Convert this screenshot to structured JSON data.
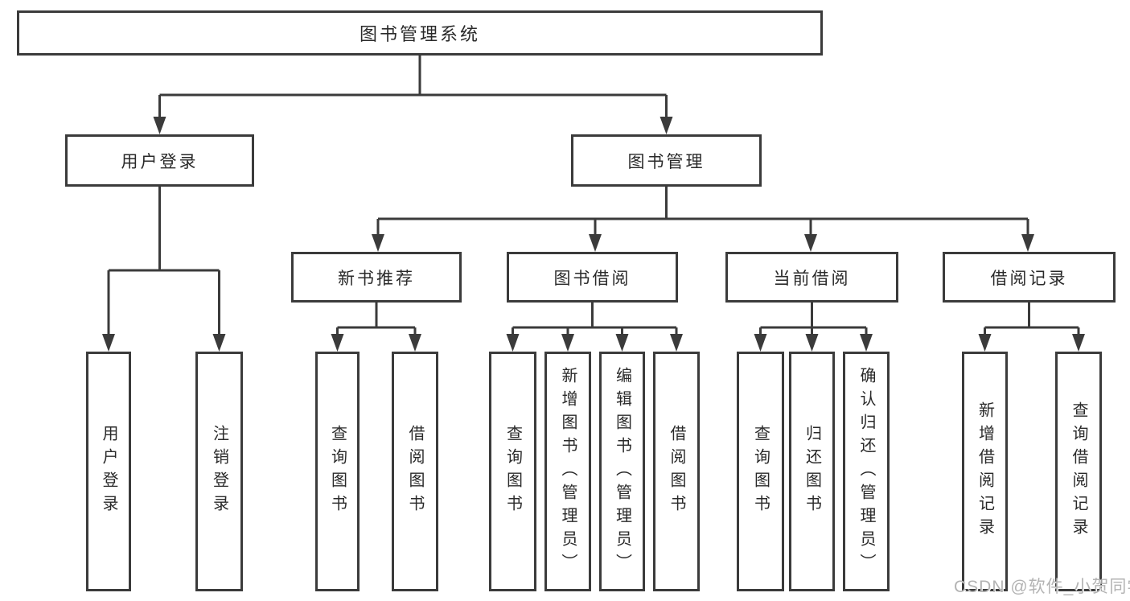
{
  "tree": {
    "label": "图书管理系统",
    "children": [
      {
        "label": "用户登录",
        "children": [
          {
            "label": "用户登录"
          },
          {
            "label": "注销登录"
          }
        ]
      },
      {
        "label": "图书管理",
        "children": [
          {
            "label": "新书推荐",
            "children": [
              {
                "label": "查询图书"
              },
              {
                "label": "借阅图书"
              }
            ]
          },
          {
            "label": "图书借阅",
            "children": [
              {
                "label": "查询图书"
              },
              {
                "label": "新增图书（管理员）"
              },
              {
                "label": "编辑图书（管理员）"
              },
              {
                "label": "借阅图书"
              }
            ]
          },
          {
            "label": "当前借阅",
            "children": [
              {
                "label": "查询图书"
              },
              {
                "label": "归还图书"
              },
              {
                "label": "确认归还（管理员）"
              }
            ]
          },
          {
            "label": "借阅记录",
            "children": [
              {
                "label": "新增借阅记录"
              },
              {
                "label": "查询借阅记录"
              }
            ]
          }
        ]
      }
    ]
  },
  "watermark": {
    "text": "CSDN @软件_小贺同学"
  },
  "colors": {
    "line": "#3b3b3b",
    "text": "#2a2a2a",
    "background": "#ffffff",
    "watermark": "#b3b3b3"
  }
}
